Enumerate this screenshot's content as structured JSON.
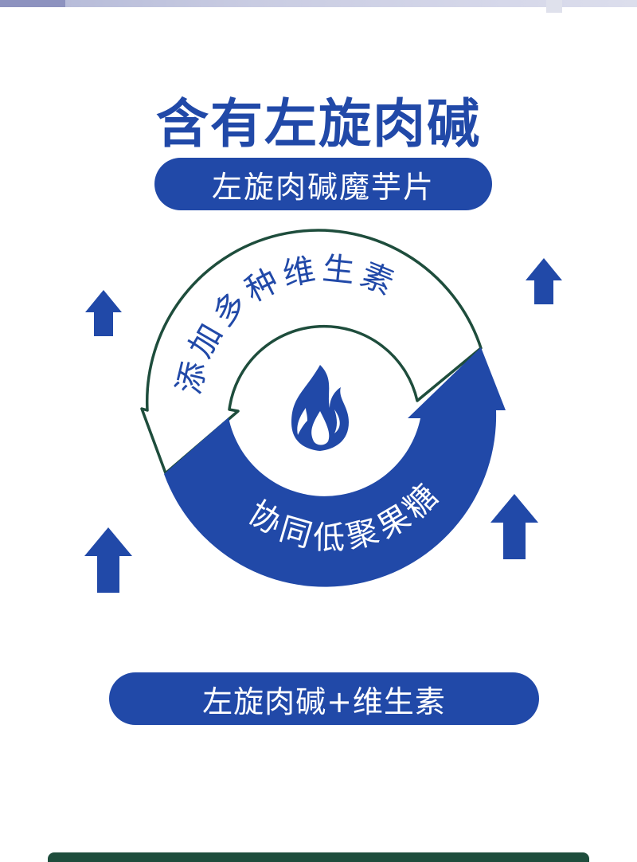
{
  "headline": "含有左旋肉碱",
  "product_pill": "左旋肉碱魔芋片",
  "cycle": {
    "upper_text": "添加多种维生素",
    "lower_text": "协同低聚果糖"
  },
  "bottom_pill": "左旋肉碱+维生素",
  "icons": {
    "center": "flame-icon",
    "decor": "up-arrow-icon"
  },
  "colors": {
    "brand_blue": "#2149a8",
    "outline_green": "#1e4d3c",
    "white": "#ffffff"
  }
}
